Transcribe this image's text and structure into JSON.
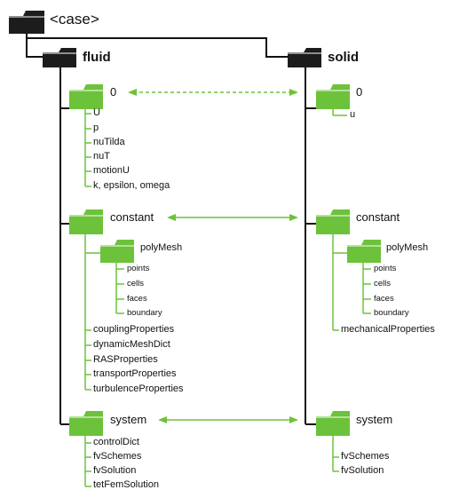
{
  "colors": {
    "dark_folder": "#1c1c1c",
    "green_folder": "#6cc23a",
    "tree_line_dark": "#111111",
    "tree_line_green": "#6cc23a"
  },
  "root": {
    "label": "<case>"
  },
  "fluid": {
    "label": "fluid",
    "zero": {
      "label": "0",
      "files": [
        "U",
        "p",
        "nuTilda",
        "nuT",
        "motionU",
        "k, epsilon, omega"
      ]
    },
    "constant": {
      "label": "constant",
      "polyMesh": {
        "label": "polyMesh",
        "files": [
          "points",
          "cells",
          "faces",
          "boundary"
        ]
      },
      "files": [
        "couplingProperties",
        "dynamicMeshDict",
        "RASProperties",
        "transportProperties",
        "turbulenceProperties"
      ]
    },
    "system": {
      "label": "system",
      "files": [
        "controlDict",
        "fvSchemes",
        "fvSolution",
        "tetFemSolution"
      ]
    }
  },
  "solid": {
    "label": "solid",
    "zero": {
      "label": "0",
      "files": [
        "u"
      ]
    },
    "constant": {
      "label": "constant",
      "polyMesh": {
        "label": "polyMesh",
        "files": [
          "points",
          "cells",
          "faces",
          "boundary"
        ]
      },
      "files": [
        "mechanicalProperties"
      ]
    },
    "system": {
      "label": "system",
      "files": [
        "fvSchemes",
        "fvSolution"
      ]
    }
  }
}
